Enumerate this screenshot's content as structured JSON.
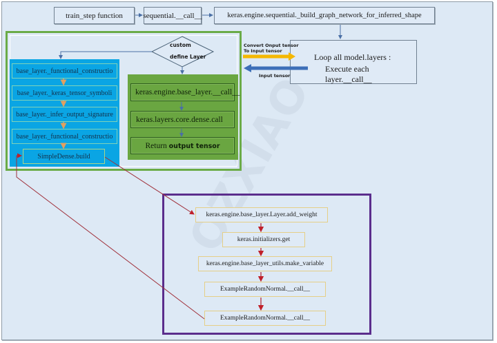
{
  "top_flow": {
    "train_step": "train_step function",
    "sequential_call": "sequential.__call__",
    "build_graph": "keras.engine.sequential._build_graph_network_for_inferred_shape"
  },
  "decision": {
    "line1": "custom",
    "line2": "define Layer"
  },
  "functional_chain": {
    "items": [
      "base_layer._functional_constructio",
      "base_layer._keras_tensor_symboli",
      "base_layer._infer_output_signature",
      "base_layer._functional_constructio"
    ],
    "build": "SimpleDense.build"
  },
  "custom_chain": {
    "items": [
      "keras.engine.base_layer.__call__",
      "keras.layers.core.dense.call"
    ],
    "return_prefix": "Return ",
    "return_bold": "output tensor"
  },
  "loop": {
    "line1": "Loop all model.layers :",
    "line2": "Execute each layer.__call__",
    "arrow_out_label_line1": "Convert Onput tensor",
    "arrow_out_label_line2": "To Input tensor",
    "arrow_in_label": "Input tensor"
  },
  "weight_chain": {
    "items": [
      "keras.engine.base_layer.Layer.add_weight",
      "keras.initializers.get",
      "keras.engine.base_layer_utils.make_variable",
      "ExampleRandomNormal.__call__",
      "ExampleRandomNormal.__call__"
    ]
  },
  "watermark": "OZXIAO",
  "colors": {
    "canvas_bg": "#dde9f5",
    "green_frame": "#6aab47",
    "blue_panel": "#0aa5e4",
    "green_panel": "#6aa641",
    "purple_frame": "#5b2d8c",
    "yellow_arrow": "#f5b800",
    "blue_arrow": "#3d6fb8",
    "red_connector": "#b0202a"
  }
}
